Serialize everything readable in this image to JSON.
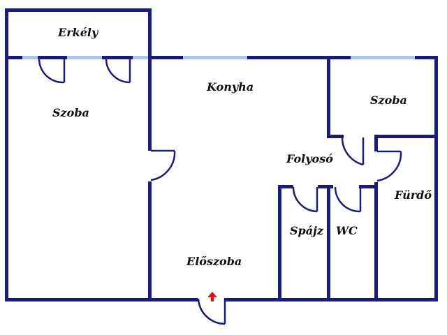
{
  "colors": {
    "wall": "#1b1b7a",
    "window": "#a8c8e8",
    "door": "#1b1b7a",
    "entrance_arrow": "#e01010",
    "label": "#111111"
  },
  "rooms": [
    {
      "id": "erkely",
      "label": "Erkély"
    },
    {
      "id": "szoba-left",
      "label": "Szoba"
    },
    {
      "id": "konyha",
      "label": "Konyha"
    },
    {
      "id": "szoba-right",
      "label": "Szoba"
    },
    {
      "id": "folyoso",
      "label": "Folyosó"
    },
    {
      "id": "furdo",
      "label": "Fürdő"
    },
    {
      "id": "spajz",
      "label": "Spájz"
    },
    {
      "id": "wc",
      "label": "WC"
    },
    {
      "id": "eloszoba",
      "label": "Előszoba"
    }
  ],
  "entrance": {
    "icon": "up-arrow-icon"
  }
}
